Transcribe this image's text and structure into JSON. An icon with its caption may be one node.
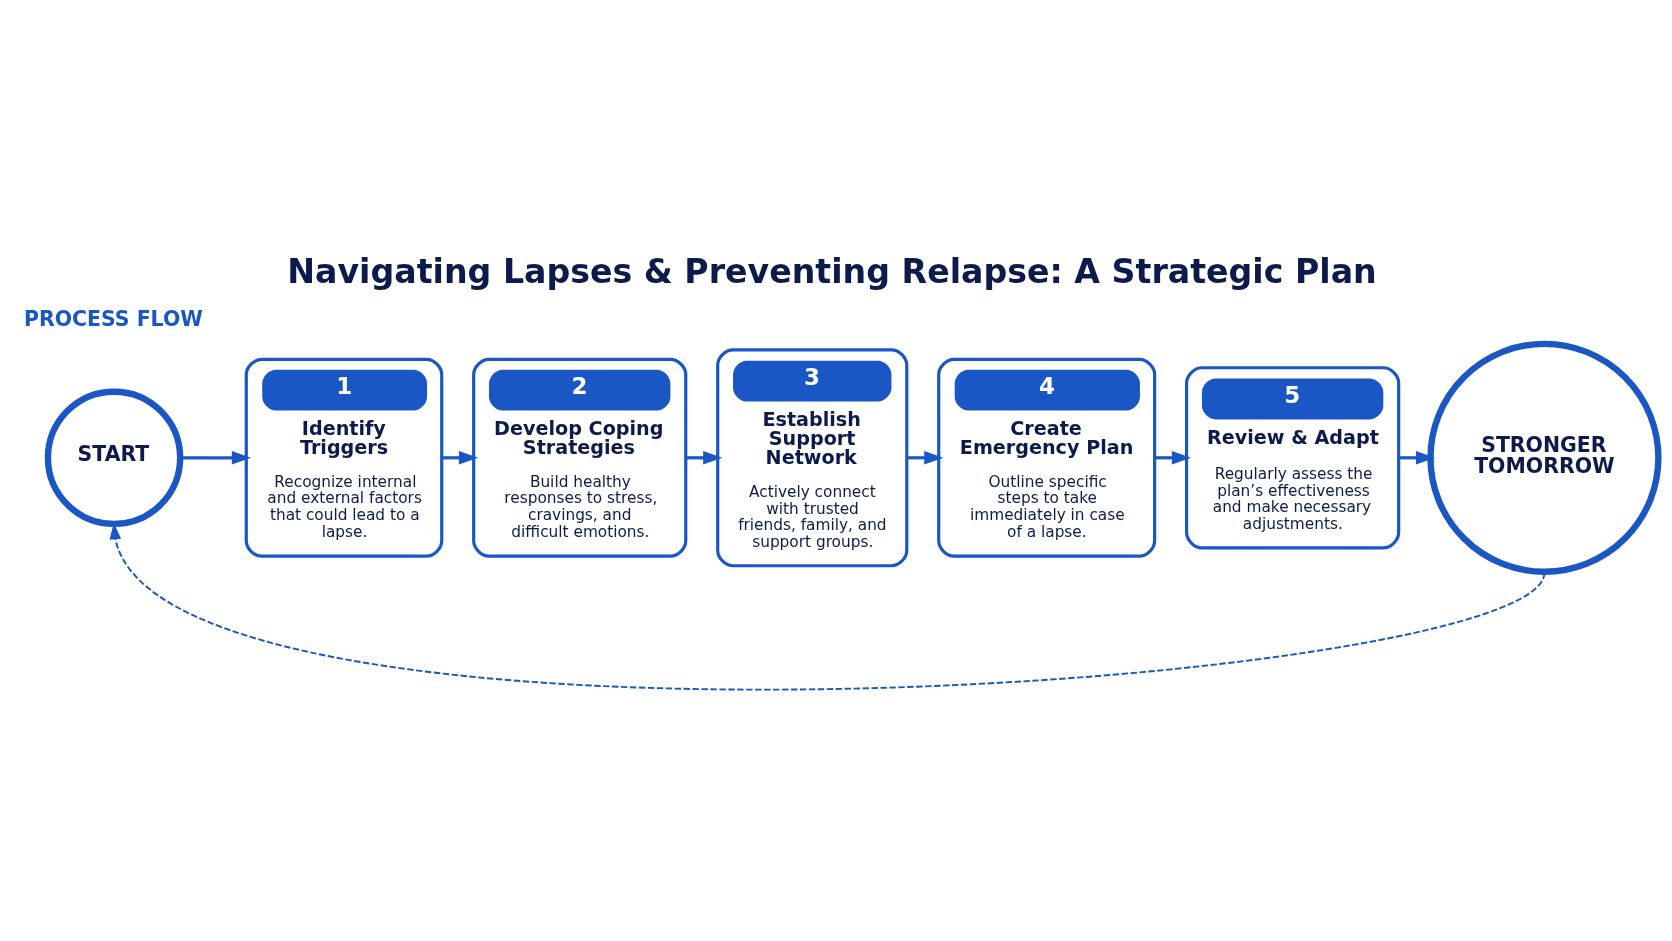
{
  "diagram": {
    "title": "Navigating Lapses & Preventing Relapse: A Strategic Plan",
    "nodes": [
      {
        "text": [
          "START"
        ]
      },
      {
        "text": [
          "1",
          "Identify Triggers",
          "Recognize internal and external factors that could lead to a lapse."
        ]
      },
      {
        "text": [
          "2",
          "Develop Coping Strategies",
          "Build healthy responses to stress, cravings, and difficult emotions."
        ]
      },
      {
        "text": [
          "3",
          "Establish Support Network",
          "Actively connect with trusted friends, family, and support groups."
        ]
      },
      {
        "text": [
          "4",
          "Create Emergency Plan",
          "Outline specific steps to take immediately in case of a lapse."
        ]
      },
      {
        "text": [
          "5",
          "Review & Adapt",
          "Regularly assess the plan’s effectiveness and make necessary adjustments."
        ]
      },
      {
        "text": [
          "STRONGER TOMORROW"
        ]
      }
    ],
    "edges": [
      {
        "from": 0,
        "to": 1,
        "arrow": "to"
      },
      {
        "from": 1,
        "to": 2,
        "arrow": "to"
      },
      {
        "from": 2,
        "to": 3,
        "arrow": "to"
      },
      {
        "from": 3,
        "to": 4,
        "arrow": "to"
      },
      {
        "from": 4,
        "to": 5,
        "arrow": "to"
      },
      {
        "from": 5,
        "to": 6,
        "arrow": "to"
      },
      {
        "from": 6,
        "to": 0,
        "arrow": "to",
        "style": "dashed"
      }
    ],
    "labels": [
      "PROCESS FLOW"
    ]
  }
}
